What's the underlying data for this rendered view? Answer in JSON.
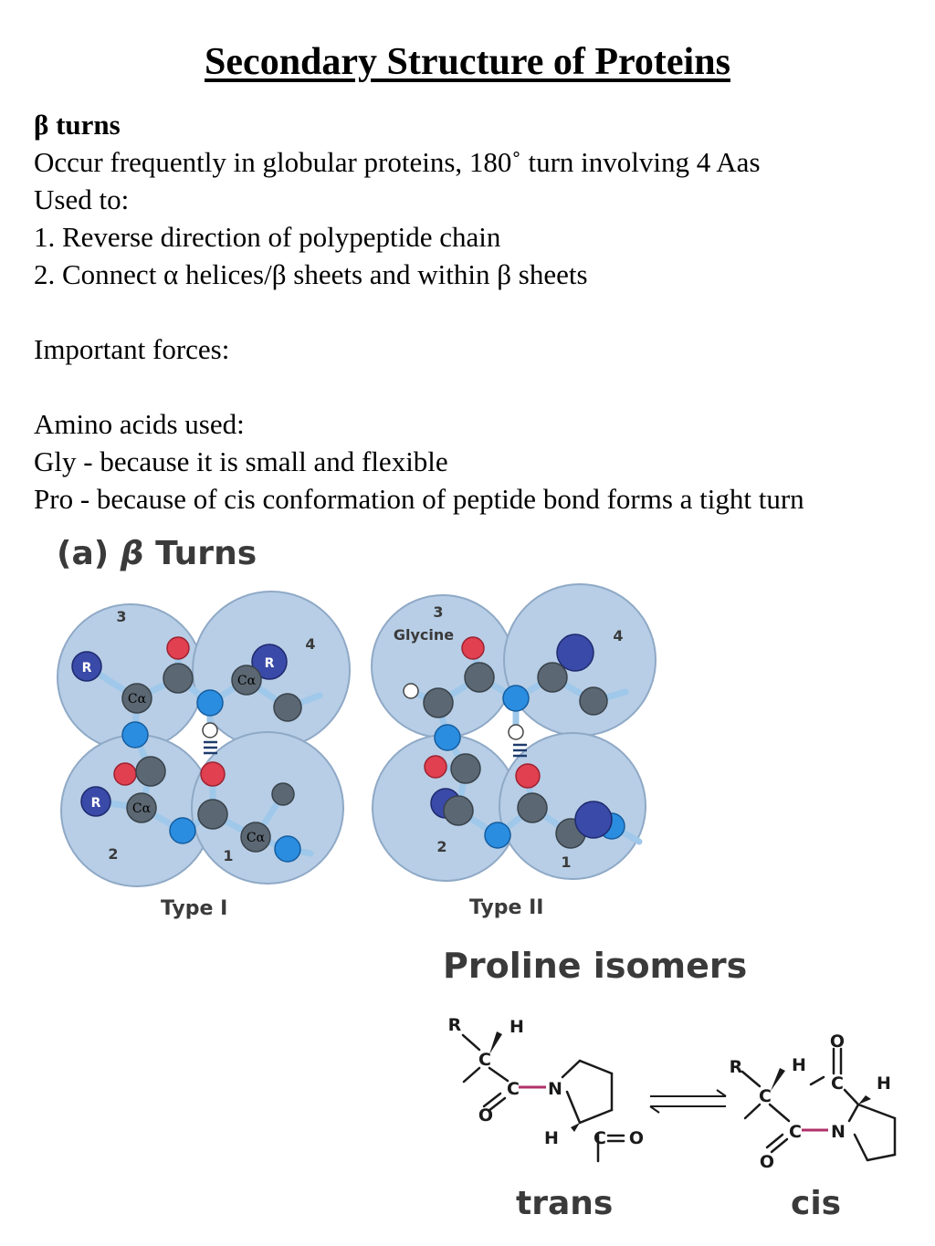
{
  "title": "Secondary Structure of Proteins",
  "text": {
    "heading": "β turns",
    "line1": "Occur frequently in globular proteins, 180˚ turn involving 4 Aas",
    "line2": "Used to:",
    "line3": "1. Reverse direction of polypeptide chain",
    "line4": "2. Connect α helices/β sheets and within β sheets",
    "line5": "Important forces:",
    "line6": "Amino acids used:",
    "line7": "Gly - because it is small and flexible",
    "line8": "Pro - because of cis conformation of peptide bond forms a tight turn"
  },
  "figure_a": {
    "prefix": "(a)",
    "beta": "β",
    "word": "Turns",
    "type1": {
      "label": "Type I",
      "residues": [
        "3",
        "4",
        "2",
        "1"
      ],
      "atom_r": "R",
      "atom_ca": "Cα"
    },
    "type2": {
      "label": "Type II",
      "residues": [
        "3",
        "4",
        "2",
        "1"
      ],
      "glycine": "Glycine"
    }
  },
  "proline": {
    "heading": "Proline isomers",
    "trans_label": "trans",
    "cis_label": "cis",
    "atoms": {
      "r": "R",
      "h": "H",
      "c": "C",
      "n": "N",
      "o": "O"
    }
  },
  "colors": {
    "sphere_fill": "#b7cee6",
    "sphere_stroke": "#8fa9c6",
    "carbon": "#5b6772",
    "nitrogen": "#2a8de0",
    "oxygen": "#e04050",
    "r_group": "#3a4aa8",
    "bond": "#9fc8ea",
    "peptide_bond": "#b0306a"
  }
}
